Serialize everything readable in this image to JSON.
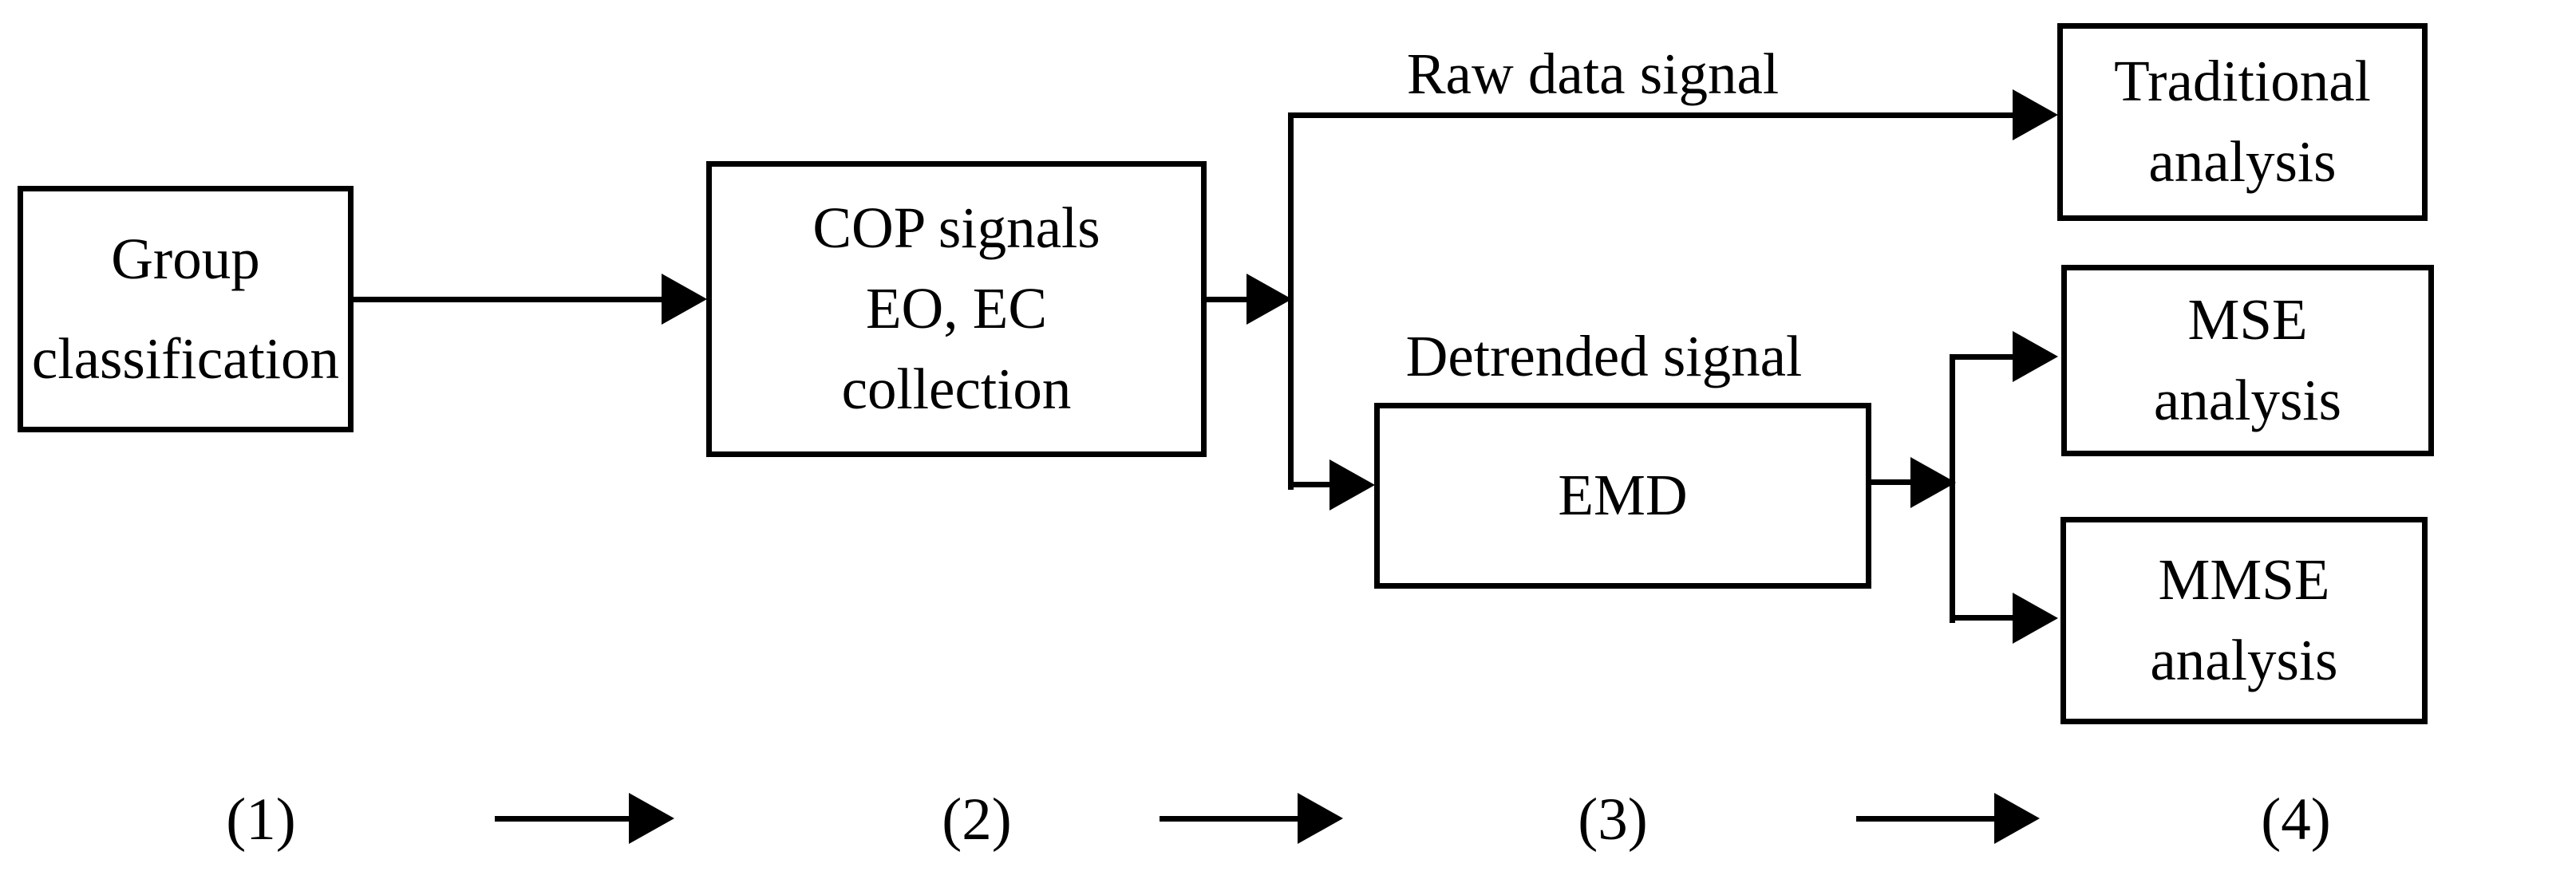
{
  "figure": {
    "background_color": "#ffffff",
    "line_color": "#000000",
    "text_color": "#000000"
  },
  "boxes": {
    "group": {
      "label": "Group\nclassification"
    },
    "cop": {
      "label": "COP signals\nEO, EC\ncollection"
    },
    "emd": {
      "label": "EMD"
    },
    "traditional": {
      "label": "Traditional\nanalysis"
    },
    "mse": {
      "label": "MSE\nanalysis"
    },
    "mmse": {
      "label": "MMSE\nanalysis"
    }
  },
  "edge_labels": {
    "raw": "Raw data signal",
    "detrended": "Detrended signal"
  },
  "stages": [
    "(1)",
    "(2)",
    "(3)",
    "(4)"
  ]
}
